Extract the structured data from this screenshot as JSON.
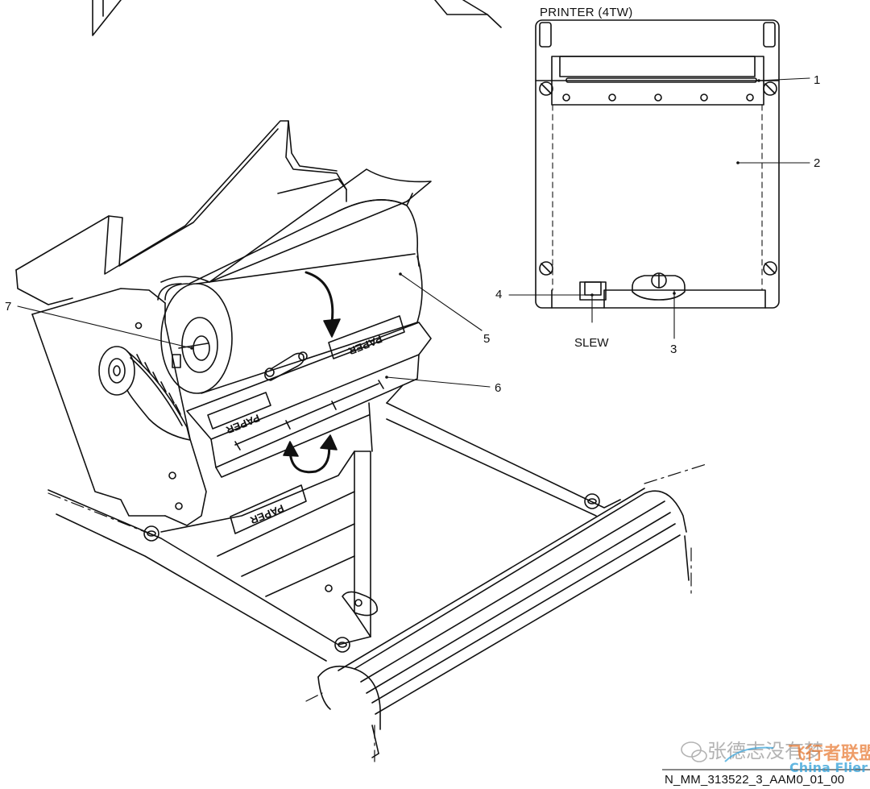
{
  "diagram": {
    "panel_title": "PRINTER (4TW)",
    "callouts": [
      {
        "id": "callout-1",
        "text": "1"
      },
      {
        "id": "callout-2",
        "text": "2"
      },
      {
        "id": "callout-3",
        "text": "3"
      },
      {
        "id": "callout-4",
        "text": "4"
      },
      {
        "id": "callout-5",
        "text": "5"
      },
      {
        "id": "callout-6",
        "text": "6"
      },
      {
        "id": "callout-7",
        "text": "7"
      }
    ],
    "slew_label": "SLEW",
    "paper_markings": [
      "PAPER",
      "PAPER",
      "PAPER"
    ],
    "figure_reference": "N_MM_313522_3_AAM0_01_00"
  },
  "watermark": {
    "text_cn": "张德志没有梦",
    "logo_cn": "飞行者联盟",
    "logo_en": "China Flier"
  },
  "colors": {
    "line": "#111111",
    "background": "#ffffff"
  }
}
